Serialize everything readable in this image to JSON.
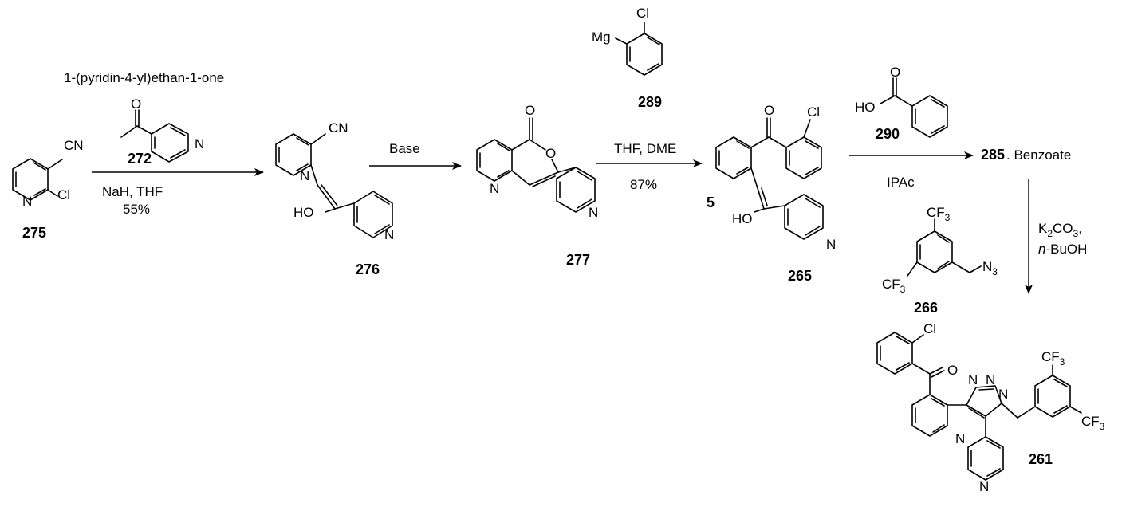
{
  "compounds": {
    "c275": "275",
    "c272": "272",
    "c276": "276",
    "c277": "277",
    "c289": "289",
    "c5": "5",
    "c265": "265",
    "c290": "290",
    "c266": "266",
    "c261": "261"
  },
  "atoms": {
    "cn": "CN",
    "n": "N",
    "cl": "Cl",
    "o": "O",
    "ho": "HO",
    "mg": "Mg",
    "cf3": "CF",
    "three": "3",
    "n3": "N",
    "k2co3_k": "K",
    "k2co3_co": "CO",
    "two": "2",
    "comma": ","
  },
  "reagents": {
    "r272_name": "1-(pyridin-4-yl)ethan-1-one",
    "step1_cond": "NaH, THF",
    "step1_yield": "55%",
    "step2_cond": "Base",
    "step3_cond": "THF, DME",
    "step3_yield": "87%",
    "step4_cond": "IPAc",
    "product285_num": "285",
    "product285_suffix": ". Benzoate",
    "step5_italic": "n",
    "step5_rest": "-BuOH"
  }
}
